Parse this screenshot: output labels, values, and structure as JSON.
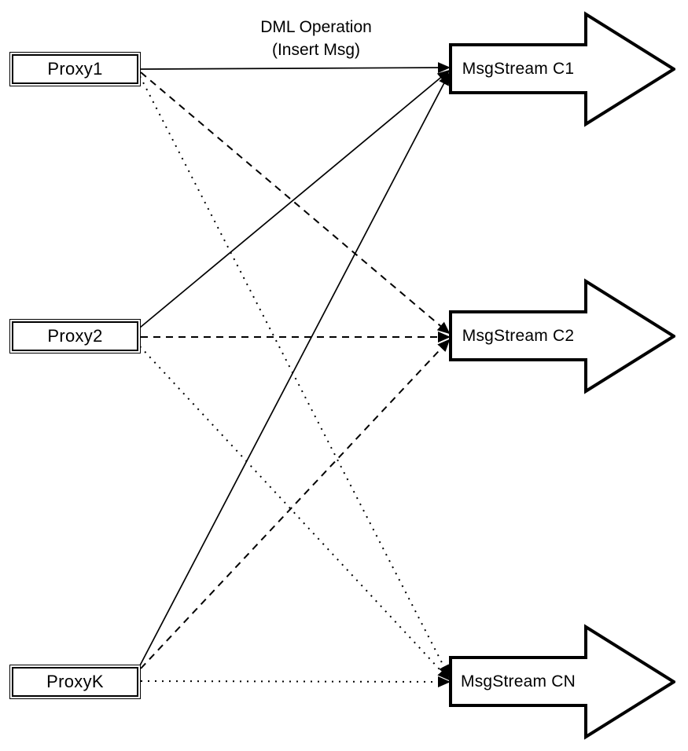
{
  "title": {
    "line1": "DML Operation",
    "line2": "(Insert Msg)"
  },
  "proxies": [
    {
      "id": "proxy1",
      "label": "Proxy1"
    },
    {
      "id": "proxy2",
      "label": "Proxy2"
    },
    {
      "id": "proxyk",
      "label": "ProxyK"
    }
  ],
  "streams": [
    {
      "id": "c1",
      "label": "MsgStream C1"
    },
    {
      "id": "c2",
      "label": "MsgStream C2"
    },
    {
      "id": "cn",
      "label": "MsgStream CN"
    }
  ],
  "edges": [
    {
      "from": "proxy1",
      "to": "c1",
      "style": "solid"
    },
    {
      "from": "proxy2",
      "to": "c1",
      "style": "solid"
    },
    {
      "from": "proxyk",
      "to": "c1",
      "style": "solid"
    },
    {
      "from": "proxy1",
      "to": "c2",
      "style": "dashed"
    },
    {
      "from": "proxy2",
      "to": "c2",
      "style": "dashed"
    },
    {
      "from": "proxyk",
      "to": "c2",
      "style": "dashed"
    },
    {
      "from": "proxy1",
      "to": "cn",
      "style": "dotted"
    },
    {
      "from": "proxy2",
      "to": "cn",
      "style": "dotted"
    },
    {
      "from": "proxyk",
      "to": "cn",
      "style": "dotted"
    }
  ],
  "colors": {
    "stroke": "#000000",
    "fill": "#ffffff"
  }
}
